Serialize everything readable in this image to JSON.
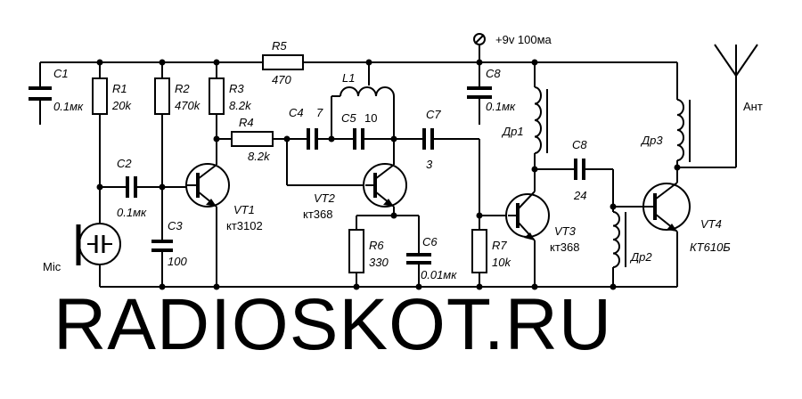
{
  "watermark": "RADIOSKOT.RU",
  "power": {
    "label": "+9v 100ма"
  },
  "antenna": {
    "label": "Ант"
  },
  "mic": {
    "label": "Mic"
  },
  "components": {
    "C1": {
      "ref": "C1",
      "value": "0.1мк"
    },
    "C2": {
      "ref": "C2",
      "value": "0.1мк"
    },
    "C3": {
      "ref": "C3",
      "value": "100"
    },
    "C4": {
      "ref": "C4",
      "value": "7"
    },
    "C5": {
      "ref": "C5",
      "value": "10"
    },
    "C6": {
      "ref": "C6",
      "value": "0.01мк"
    },
    "C7": {
      "ref": "C7",
      "value": "3"
    },
    "C8a": {
      "ref": "C8",
      "value": "0.1мк"
    },
    "C8b": {
      "ref": "C8",
      "value": "24"
    },
    "R1": {
      "ref": "R1",
      "value": "20k"
    },
    "R2": {
      "ref": "R2",
      "value": "470k"
    },
    "R3": {
      "ref": "R3",
      "value": "8.2k"
    },
    "R4": {
      "ref": "R4",
      "value": "8.2k"
    },
    "R5": {
      "ref": "R5",
      "value": "470"
    },
    "R6": {
      "ref": "R6",
      "value": "330"
    },
    "R7": {
      "ref": "R7",
      "value": "10k"
    },
    "L1": {
      "ref": "L1"
    },
    "Dr1": {
      "ref": "Др1"
    },
    "Dr2": {
      "ref": "Др2"
    },
    "Dr3": {
      "ref": "Др3"
    },
    "VT1": {
      "ref": "VT1",
      "type": "кт3102"
    },
    "VT2": {
      "ref": "VT2",
      "type": "кт368"
    },
    "VT3": {
      "ref": "VT3",
      "type": "кт368"
    },
    "VT4": {
      "ref": "VT4",
      "type": "КТ610Б"
    }
  }
}
